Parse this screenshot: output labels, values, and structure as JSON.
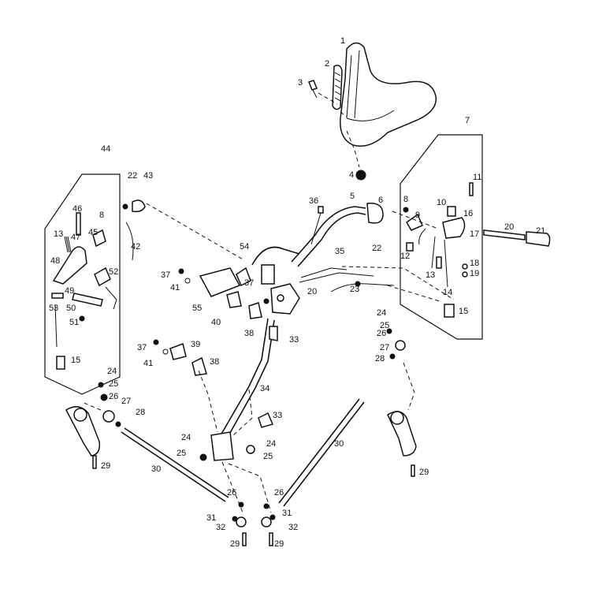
{
  "callouts": {
    "c1": "1",
    "c2": "2",
    "c3": "3",
    "c4": "4",
    "c5": "5",
    "c6": "6",
    "c7": "7",
    "c8a": "8",
    "c8b": "8",
    "c9": "9",
    "c10": "10",
    "c11": "11",
    "c12": "12",
    "c13a": "13",
    "c13b": "13",
    "c14": "14",
    "c15a": "15",
    "c15b": "15",
    "c16": "16",
    "c17": "17",
    "c18": "18",
    "c19": "19",
    "c20a": "20",
    "c20b": "20",
    "c21": "21",
    "c22a": "22",
    "c22b": "22",
    "c23": "23",
    "c24a": "24",
    "c24b": "24",
    "c24c": "24",
    "c24d": "24",
    "c25a": "25",
    "c25b": "25",
    "c25c": "25",
    "c25d": "25",
    "c26a": "26",
    "c26b": "26",
    "c26c": "26",
    "c26d": "26",
    "c27a": "27",
    "c27b": "27",
    "c28a": "28",
    "c28b": "28",
    "c29a": "29",
    "c29b": "29",
    "c29c": "29",
    "c29d": "29",
    "c30a": "30",
    "c30b": "30",
    "c31a": "31",
    "c31b": "31",
    "c32a": "32",
    "c32b": "32",
    "c33a": "33",
    "c33b": "33",
    "c34": "34",
    "c35": "35",
    "c36": "36",
    "c37a": "37",
    "c37b": "37",
    "c37c": "37",
    "c38a": "38",
    "c38b": "38",
    "c39": "39",
    "c40": "40",
    "c41a": "41",
    "c41b": "41",
    "c42": "42",
    "c43": "43",
    "c44": "44",
    "c45": "45",
    "c46": "46",
    "c47": "47",
    "c48": "48",
    "c49": "49",
    "c50": "50",
    "c51": "51",
    "c52": "52",
    "c53": "53",
    "c54": "54",
    "c55": "55"
  }
}
